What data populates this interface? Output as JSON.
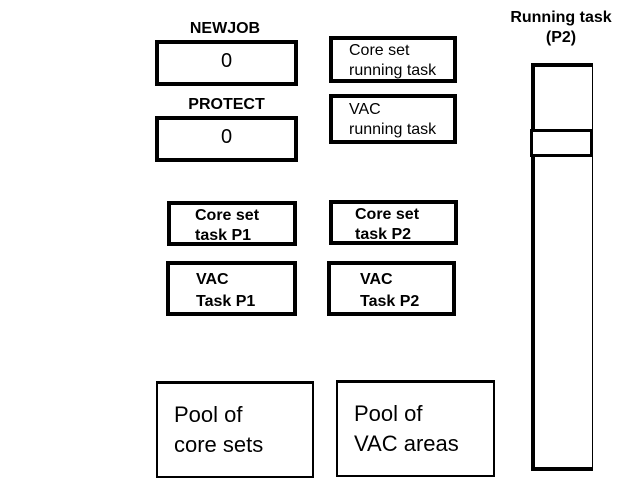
{
  "registers": {
    "newjob": {
      "label": "NEWJOB",
      "value": "0"
    },
    "protect": {
      "label": "PROTECT",
      "value": "0"
    }
  },
  "running": {
    "core_set_running_task": "Core set\nrunning task",
    "vac_running_task": "VAC\nrunning task"
  },
  "tasks": {
    "core_set_p1": "Core set\ntask P1",
    "core_set_p2": "Core set\ntask P2",
    "vac_p1": "VAC\nTask P1",
    "vac_p2": "VAC\nTask P2"
  },
  "pools": {
    "core_sets": "Pool of\ncore sets",
    "vac_areas": "Pool of\nVAC areas"
  },
  "running_task_column": {
    "title": "Running task\n(P2)"
  }
}
